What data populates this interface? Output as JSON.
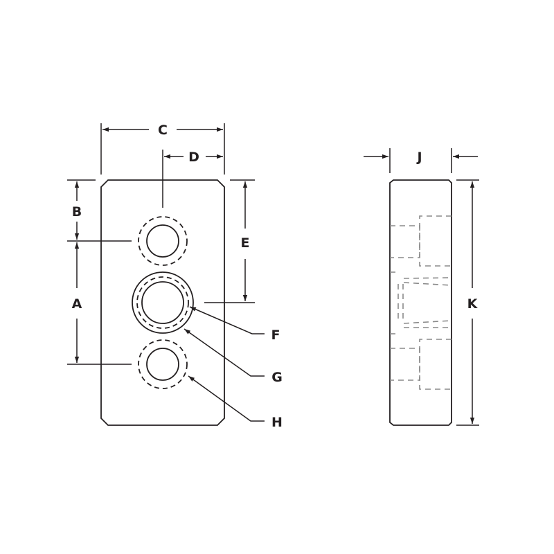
{
  "diagram": {
    "type": "technical-drawing",
    "subject": "rectangular block with three holes (front and side views)",
    "colors": {
      "line": "#231f20",
      "hidden_line": "#8a8a8a",
      "background": "#ffffff"
    },
    "front_view": {
      "dimension_labels": {
        "A": "A",
        "B": "B",
        "C": "C",
        "D": "D",
        "E": "E"
      },
      "callout_labels": {
        "F": "F",
        "G": "G",
        "H": "H"
      }
    },
    "side_view": {
      "dimension_labels": {
        "J": "J",
        "K": "K"
      }
    }
  }
}
